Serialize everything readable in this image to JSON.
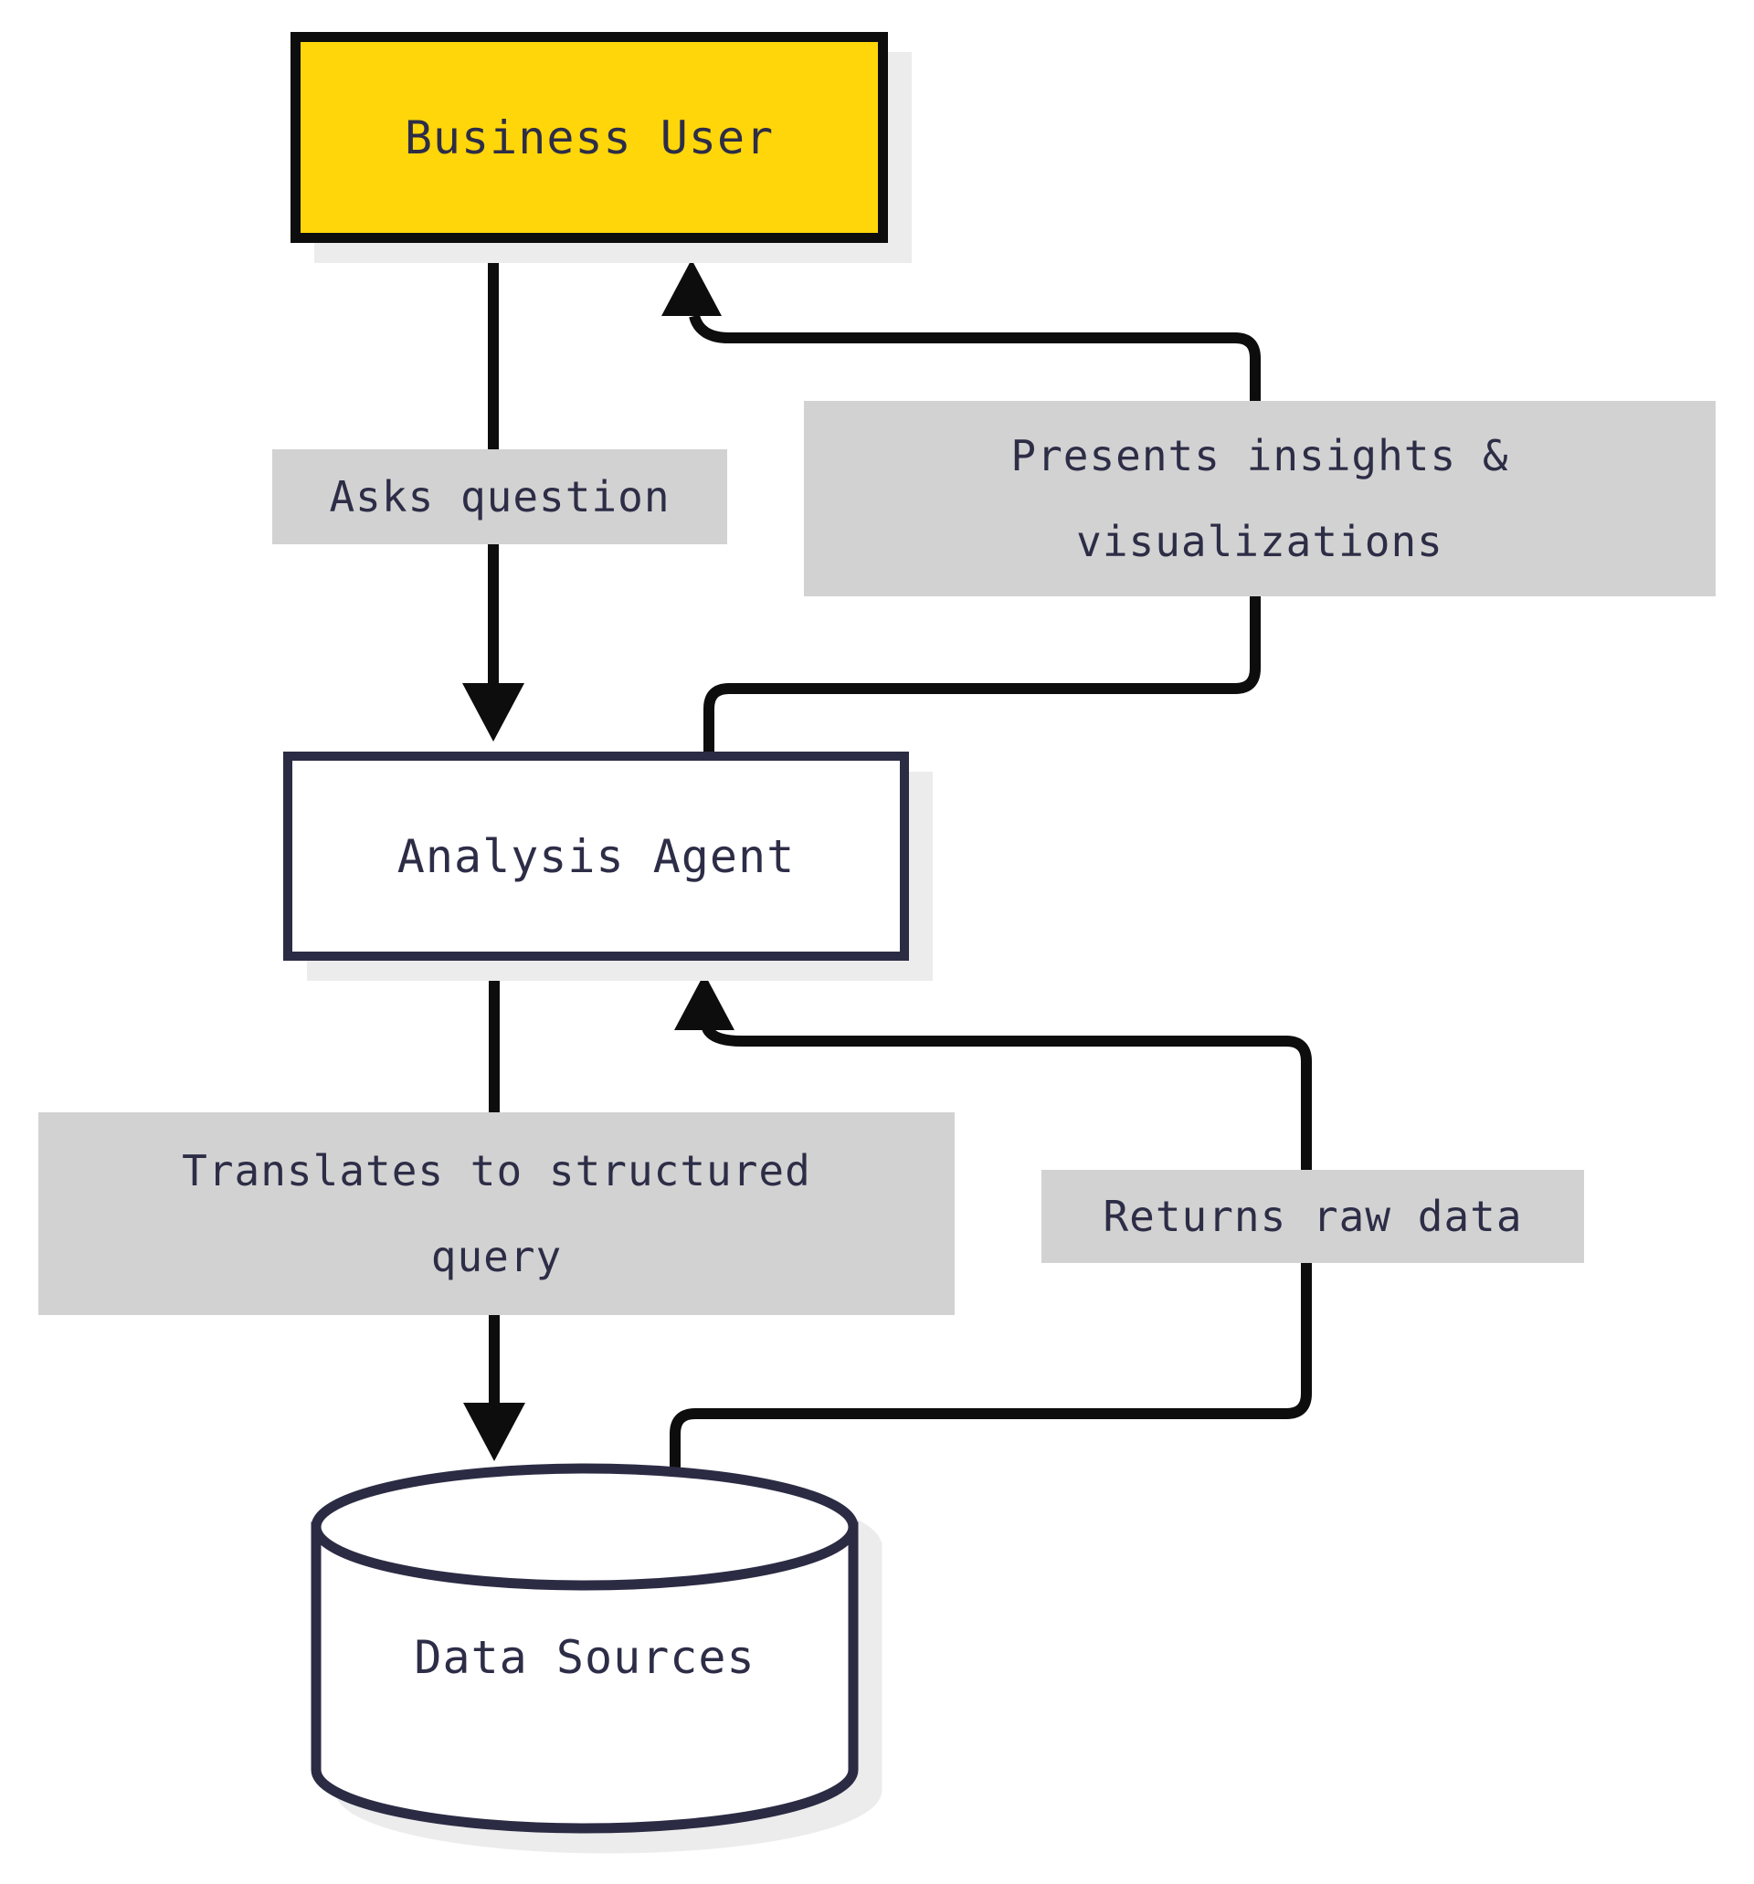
{
  "diagram": {
    "type": "flowchart",
    "background": "#FFFFFF",
    "colors": {
      "node_business_user_fill": "#FFD60A",
      "node_business_user_border": "#0D0D0D",
      "node_default_fill": "#FFFFFF",
      "node_default_border": "#2B2B44",
      "text": "#2D2D47",
      "edge_stroke": "#0D0D0D",
      "edge_label_bg": "#D2D2D2",
      "shadow": "#ECECEC"
    },
    "nodes": [
      {
        "id": "business-user",
        "label": "Business User",
        "shape": "rectangle",
        "fill": "#FFD60A"
      },
      {
        "id": "analysis-agent",
        "label": "Analysis Agent",
        "shape": "rectangle",
        "fill": "#FFFFFF"
      },
      {
        "id": "data-sources",
        "label": "Data Sources",
        "shape": "cylinder",
        "fill": "#FFFFFF"
      }
    ],
    "edges": [
      {
        "from": "Business User",
        "to": "Analysis Agent",
        "label": "Asks question",
        "lines": [
          "Asks question"
        ]
      },
      {
        "from": "Analysis Agent",
        "to": "Business User",
        "label": "Presents insights & visualizations",
        "lines": [
          "Presents insights &",
          "visualizations"
        ]
      },
      {
        "from": "Analysis Agent",
        "to": "Data Sources",
        "label": "Translates to structured query",
        "lines": [
          "Translates to structured",
          "query"
        ]
      },
      {
        "from": "Data Sources",
        "to": "Analysis Agent",
        "label": "Returns raw data",
        "lines": [
          "Returns raw data"
        ]
      }
    ]
  }
}
